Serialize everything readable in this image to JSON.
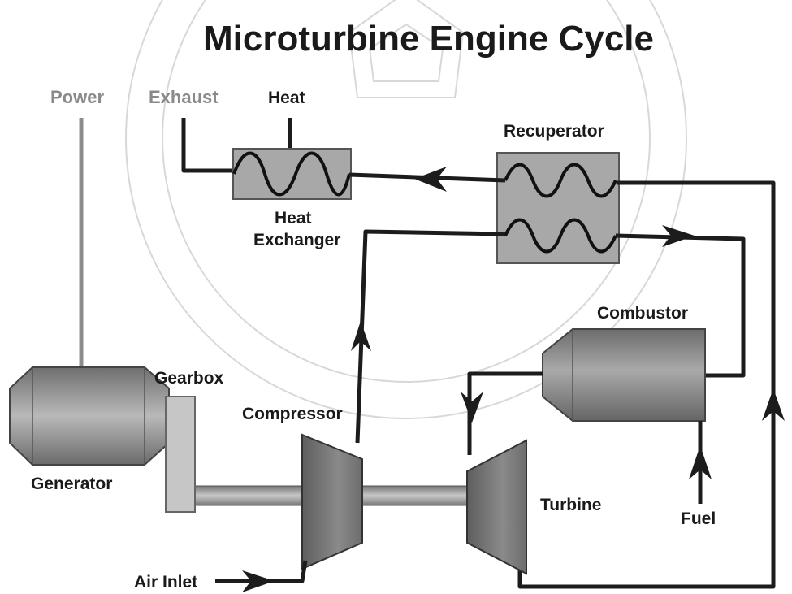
{
  "title": "Microturbine Engine Cycle",
  "labels": {
    "power": "Power",
    "exhaust": "Exhaust",
    "heat": "Heat",
    "heat_exchanger_line1": "Heat",
    "heat_exchanger_line2": "Exchanger",
    "recuperator": "Recuperator",
    "combustor": "Combustor",
    "gearbox": "Gearbox",
    "compressor": "Compressor",
    "generator": "Generator",
    "turbine": "Turbine",
    "fuel": "Fuel",
    "air_inlet": "Air Inlet"
  },
  "colors": {
    "component_fill": "#a6a6a6",
    "pipe": "#1c1c1c",
    "watermark": "#d8d8d8"
  }
}
